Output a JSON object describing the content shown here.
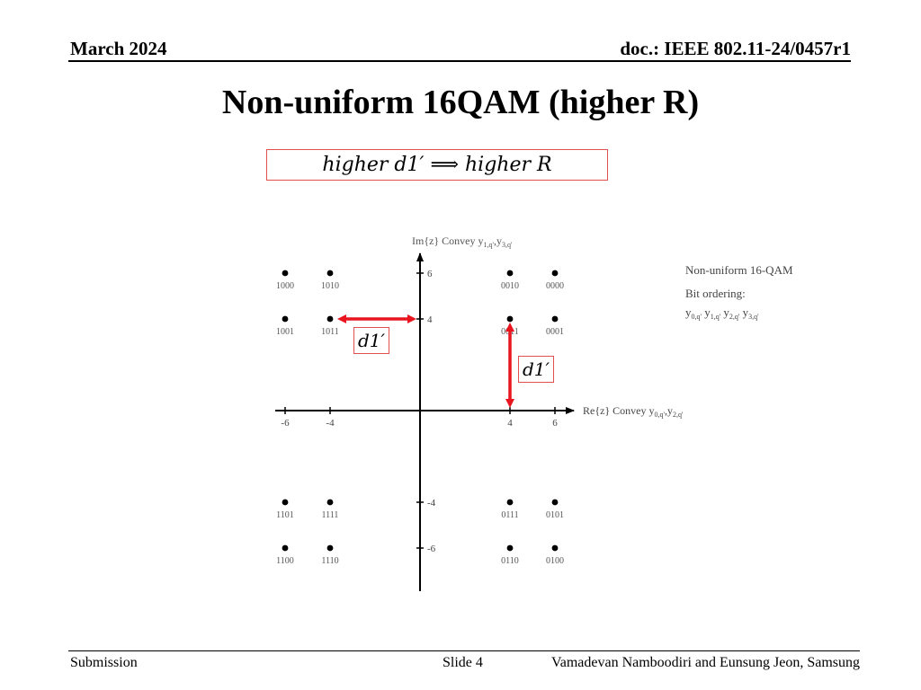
{
  "header": {
    "date": "March  2024",
    "doc": "doc.: IEEE 802.11-24/0457r1"
  },
  "title": "Non-uniform 16QAM (higher R)",
  "formula": "higher d1′  ⟹ higher R",
  "diagram": {
    "im_axis_label": "Im{z}  Convey y",
    "im_axis_sub1": "1,q'",
    "im_axis_sep": ",y",
    "im_axis_sub2": "3,q'",
    "re_axis_label": "Re{z}  Convey y",
    "re_axis_sub1": "0,q'",
    "re_axis_sep": ",y",
    "re_axis_sub2": "2,q'",
    "legend_title": "Non-uniform 16-QAM",
    "legend_bit_ordering": "Bit ordering:",
    "legend_bits": [
      "y",
      "0,q'",
      " y",
      "1,q'",
      " y",
      "2,q'",
      " y",
      "3,q'"
    ],
    "x_ticks": [
      "-6",
      "-4",
      "4",
      "6"
    ],
    "y_ticks": [
      "6",
      "4",
      "-4",
      "-6"
    ],
    "points": [
      {
        "label": "1000",
        "x": -6,
        "y": 6
      },
      {
        "label": "1010",
        "x": -4,
        "y": 6
      },
      {
        "label": "0010",
        "x": 4,
        "y": 6
      },
      {
        "label": "0000",
        "x": 6,
        "y": 6
      },
      {
        "label": "1001",
        "x": -6,
        "y": 4
      },
      {
        "label": "1011",
        "x": -4,
        "y": 4
      },
      {
        "label": "0011",
        "x": 4,
        "y": 4
      },
      {
        "label": "0001",
        "x": 6,
        "y": 4
      },
      {
        "label": "1101",
        "x": -6,
        "y": -4
      },
      {
        "label": "1111",
        "x": -4,
        "y": -4
      },
      {
        "label": "0111",
        "x": 4,
        "y": -4
      },
      {
        "label": "0101",
        "x": 6,
        "y": -4
      },
      {
        "label": "1100",
        "x": -6,
        "y": -6
      },
      {
        "label": "1110",
        "x": -4,
        "y": -6
      },
      {
        "label": "0110",
        "x": 4,
        "y": -6
      },
      {
        "label": "0100",
        "x": 6,
        "y": -6
      }
    ],
    "d1_label": "d1′",
    "arrow_color": "#e8141e"
  },
  "footer": {
    "left": "Submission",
    "slide": "Slide 4",
    "authors": "Vamadevan Namboodiri and Eunsung Jeon, Samsung"
  }
}
